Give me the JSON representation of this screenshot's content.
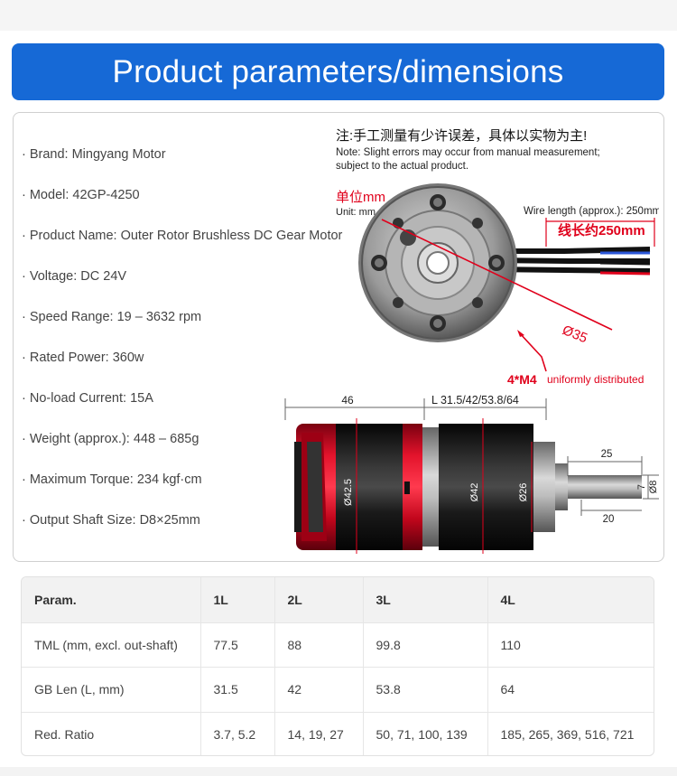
{
  "banner": {
    "title": "Product parameters/dimensions"
  },
  "specs": [
    "· Brand: Mingyang Motor",
    "· Model: 42GP-4250",
    "· Product Name: Outer Rotor Brushless DC Gear Motor",
    "· Voltage: DC 24V",
    "· Speed Range: 19 – 3632 rpm",
    "· Rated Power: 360w",
    "· No-load Current: 15A",
    "· Weight (approx.): 448 – 685g",
    "· Maximum Torque: 234 kgf·cm",
    "· Output Shaft Size: D8×25mm"
  ],
  "diagram": {
    "note_cn": "注:手工测量有少许误差，具体以实物为主!",
    "note_en_1": "Note: Slight errors may occur from manual measurement;",
    "note_en_2": "subject to the actual product.",
    "unit_cn": "单位mm",
    "unit_en": "Unit: mm",
    "wire_en": "Wire length (approx.): 250mm",
    "wire_cn": "线长约250mm",
    "dia_label": "Ø35",
    "m4_label": "4*M4",
    "m4_text": "uniformly distributed",
    "dim_46": "46",
    "dim_L": "L 31.5/42/53.8/64",
    "dim_425": "Ø42.5",
    "dim_42": "Ø42",
    "dim_26": "Ø26",
    "dim_25": "25",
    "dim_20": "20",
    "dim_7": "7",
    "dim_8": "Ø8",
    "colors": {
      "red": "#e0001b",
      "dark": "#1b1b1b",
      "metal": "#a7a7a7"
    }
  },
  "table": {
    "headers": [
      "Param.",
      "1L",
      "2L",
      "3L",
      "4L"
    ],
    "rows": [
      [
        "TML (mm, excl. out-shaft)",
        "77.5",
        "88",
        "99.8",
        "110"
      ],
      [
        "GB Len (L, mm)",
        "31.5",
        "42",
        "53.8",
        "64"
      ],
      [
        "Red. Ratio",
        "3.7, 5.2",
        "14, 19, 27",
        "50, 71, 100, 139",
        "185, 265, 369, 516, 721"
      ]
    ]
  }
}
